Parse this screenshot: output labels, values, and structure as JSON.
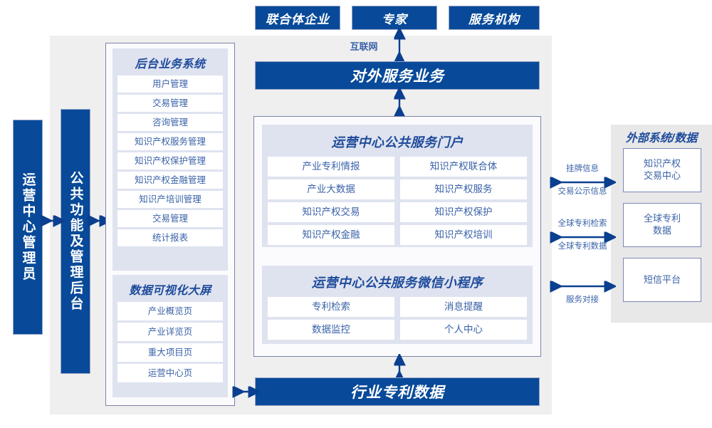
{
  "diagram": {
    "title_top_boxes": [
      {
        "label": "联合体企业"
      },
      {
        "label": "专家"
      },
      {
        "label": "服务机构"
      }
    ],
    "internet_label": "互联网",
    "external_service_bar": "对外服务业务",
    "industry_data_bar": "行业专利数据",
    "left_roles": [
      {
        "label": "运营中心管理员"
      },
      {
        "label": "公共功能及管理后台"
      }
    ],
    "backend_system": {
      "title": "后台业务系统",
      "items": [
        {
          "label": "用户管理"
        },
        {
          "label": "交易管理"
        },
        {
          "label": "咨询管理"
        },
        {
          "label": "知识产权服务管理"
        },
        {
          "label": "知识产权保护管理"
        },
        {
          "label": "知识产权金融管理"
        },
        {
          "label": "知识产培训管理"
        },
        {
          "label": "交易管理"
        },
        {
          "label": "统计报表"
        }
      ]
    },
    "visualization_screen": {
      "title": "数据可视化大屏",
      "items": [
        {
          "label": "产业概览页"
        },
        {
          "label": "产业详览页"
        },
        {
          "label": "重大项目页"
        },
        {
          "label": "运营中心页"
        }
      ]
    },
    "public_portal": {
      "title": "运营中心公共服务门户",
      "items": [
        {
          "label": "产业专利情报"
        },
        {
          "label": "知识产权联合体"
        },
        {
          "label": "产业大数据"
        },
        {
          "label": "知识产权服务"
        },
        {
          "label": "知识产权交易"
        },
        {
          "label": "知识产权保护"
        },
        {
          "label": "知识产权金融"
        },
        {
          "label": "知识产权培训"
        }
      ]
    },
    "mini_program": {
      "title": "运营中心公共服务微信小程序",
      "items": [
        {
          "label": "专利检索"
        },
        {
          "label": "消息提醒"
        },
        {
          "label": "数据监控"
        },
        {
          "label": "个人中心"
        }
      ]
    },
    "external": {
      "title": "外部系统/数据",
      "boxes": [
        {
          "label": "知识产权\n交易中心"
        },
        {
          "label": "全球专利\n数据"
        },
        {
          "label": "短信平台"
        }
      ],
      "connections": [
        {
          "above": "挂牌信息",
          "below": "交易公示信息"
        },
        {
          "above": "全球专利检索",
          "below": "全球专利数据"
        },
        {
          "above": "",
          "below": "服务对接"
        }
      ]
    },
    "colors": {
      "brand_blue": "#084a99",
      "arrow_blue": "#0b3f8f",
      "panel_lavender": "#dfe3f0",
      "stage_gray": "#efefef",
      "external_gray": "#e8e8e8",
      "text_blue": "#3a62a8",
      "title_blue": "#1e4b9b",
      "border_violet": "#7c81ad"
    }
  }
}
